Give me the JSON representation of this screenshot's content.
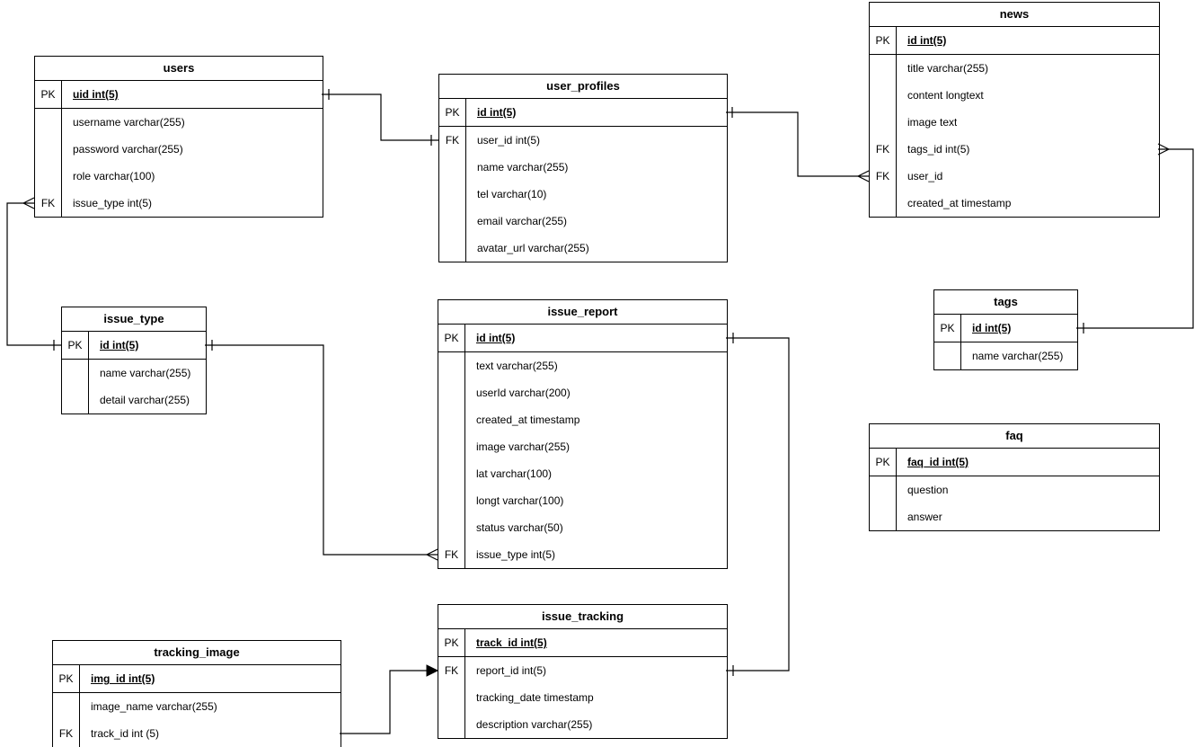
{
  "diagram": {
    "colors": {
      "line": "#000000",
      "background": "#ffffff",
      "text": "#000000"
    },
    "tables": [
      {
        "name": "users",
        "pk": {
          "tag": "PK",
          "field": "uid int(5)"
        },
        "rows": [
          {
            "tag": "",
            "field": "username varchar(255)"
          },
          {
            "tag": "",
            "field": "password varchar(255)"
          },
          {
            "tag": "",
            "field": "role varchar(100)"
          },
          {
            "tag": "FK",
            "field": "issue_type int(5)"
          }
        ]
      },
      {
        "name": "user_profiles",
        "pk": {
          "tag": "PK",
          "field": "id int(5)"
        },
        "rows": [
          {
            "tag": "FK",
            "field": "user_id int(5)"
          },
          {
            "tag": "",
            "field": "name varchar(255)"
          },
          {
            "tag": "",
            "field": "tel varchar(10)"
          },
          {
            "tag": "",
            "field": "email varchar(255)"
          },
          {
            "tag": "",
            "field": "avatar_url varchar(255)"
          }
        ]
      },
      {
        "name": "news",
        "pk": {
          "tag": "PK",
          "field": "id int(5)"
        },
        "rows": [
          {
            "tag": "",
            "field": "title varchar(255)"
          },
          {
            "tag": "",
            "field": "content longtext"
          },
          {
            "tag": "",
            "field": "image text"
          },
          {
            "tag": "FK",
            "field": "tags_id int(5)"
          },
          {
            "tag": "FK",
            "field": "user_id"
          },
          {
            "tag": "",
            "field": "created_at timestamp"
          }
        ]
      },
      {
        "name": "issue_type",
        "pk": {
          "tag": "PK",
          "field": "id int(5)"
        },
        "rows": [
          {
            "tag": "",
            "field": "name varchar(255)"
          },
          {
            "tag": "",
            "field": "detail varchar(255)"
          }
        ]
      },
      {
        "name": "issue_report",
        "pk": {
          "tag": "PK",
          "field": "id int(5)"
        },
        "rows": [
          {
            "tag": "",
            "field": "text varchar(255)"
          },
          {
            "tag": "",
            "field": "userId varchar(200)"
          },
          {
            "tag": "",
            "field": "created_at timestamp"
          },
          {
            "tag": "",
            "field": "image varchar(255)"
          },
          {
            "tag": "",
            "field": "lat varchar(100)"
          },
          {
            "tag": "",
            "field": "longt varchar(100)"
          },
          {
            "tag": "",
            "field": "status varchar(50)"
          },
          {
            "tag": "FK",
            "field": "issue_type int(5)"
          }
        ]
      },
      {
        "name": "tags",
        "pk": {
          "tag": "PK",
          "field": "id int(5)"
        },
        "rows": [
          {
            "tag": "",
            "field": "name varchar(255)"
          }
        ]
      },
      {
        "name": "faq",
        "pk": {
          "tag": "PK",
          "field": "faq_id int(5)"
        },
        "rows": [
          {
            "tag": "",
            "field": "question"
          },
          {
            "tag": "",
            "field": "answer"
          }
        ]
      },
      {
        "name": "tracking_image",
        "pk": {
          "tag": "PK",
          "field": "img_id int(5)"
        },
        "rows": [
          {
            "tag": "",
            "field": "image_name varchar(255)"
          },
          {
            "tag": "FK",
            "field": "track_id int (5)"
          }
        ]
      },
      {
        "name": "issue_tracking",
        "pk": {
          "tag": "PK",
          "field": "track_id int(5)"
        },
        "rows": [
          {
            "tag": "FK",
            "field": "report_id int(5)"
          },
          {
            "tag": "",
            "field": "tracking_date timestamp"
          },
          {
            "tag": "",
            "field": "description varchar(255)"
          }
        ]
      }
    ],
    "relationships": [
      {
        "from": "users.uid",
        "to": "user_profiles.user_id",
        "from_end": "one",
        "to_end": "one"
      },
      {
        "from": "user_profiles.id",
        "to": "news.user_id",
        "from_end": "one",
        "to_end": "many"
      },
      {
        "from": "tags.id",
        "to": "news.tags_id",
        "from_end": "one",
        "to_end": "many"
      },
      {
        "from": "issue_type.id",
        "to": "users.issue_type",
        "from_end": "one",
        "to_end": "many"
      },
      {
        "from": "issue_type.id",
        "to": "issue_report.issue_type",
        "from_end": "one",
        "to_end": "many"
      },
      {
        "from": "issue_report.id",
        "to": "issue_tracking.report_id",
        "from_end": "one",
        "to_end": "one"
      },
      {
        "from": "tracking_image.track_id",
        "to": "issue_tracking.report_id",
        "from_end": "none",
        "to_end": "arrow"
      }
    ]
  }
}
